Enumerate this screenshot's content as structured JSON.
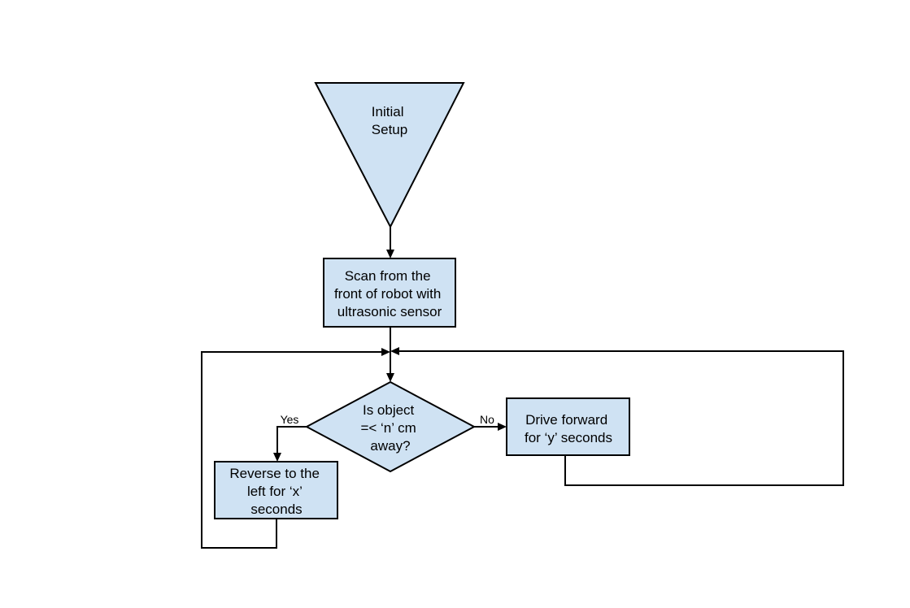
{
  "diagram": {
    "colors": {
      "node_fill": "#cfe2f3",
      "stroke": "#000000",
      "background": "#ffffff"
    },
    "nodes": {
      "initial_setup": {
        "shape": "inverted-triangle",
        "lines": [
          "Initial",
          "Setup"
        ]
      },
      "scan": {
        "shape": "rectangle",
        "lines": [
          "Scan from the",
          "front of robot with",
          "ultrasonic sensor"
        ]
      },
      "decision": {
        "shape": "diamond",
        "lines": [
          "Is object",
          "=< ‘n’ cm",
          "away?"
        ]
      },
      "reverse": {
        "shape": "rectangle",
        "lines": [
          "Reverse to the",
          "left for ‘x’",
          "seconds"
        ]
      },
      "drive": {
        "shape": "rectangle",
        "lines": [
          "Drive forward",
          "for ‘y’ seconds"
        ]
      }
    },
    "edges": {
      "yes_label": "Yes",
      "no_label": "No"
    }
  }
}
